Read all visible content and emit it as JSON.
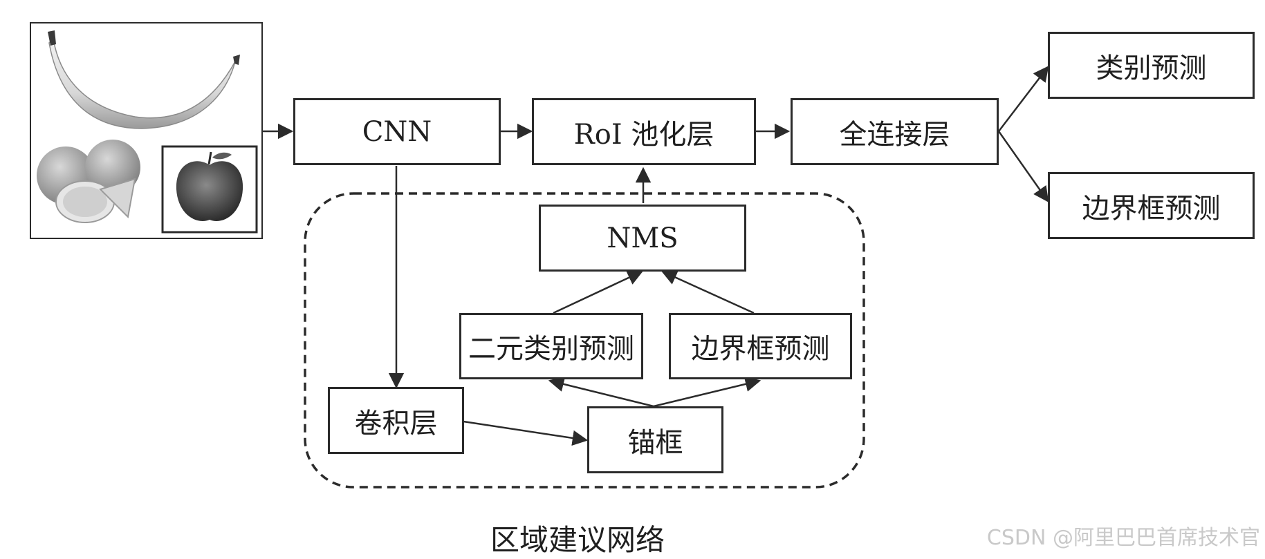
{
  "input_image": {
    "items": [
      "banana",
      "oranges",
      "apple"
    ],
    "highlighted": "apple"
  },
  "nodes": {
    "cnn": "CNN",
    "roi_pooling": "RoI 池化层",
    "fully_connected": "全连接层",
    "class_prediction": "类别预测",
    "bbox_prediction": "边界框预测",
    "nms": "NMS",
    "binary_class_prediction": "二元类别预测",
    "rpn_bbox_prediction": "边界框预测",
    "conv_layer": "卷积层",
    "anchor_boxes": "锚框"
  },
  "region_caption": "区域建议网络",
  "watermark": "CSDN @阿里巴巴首席技术官",
  "colors": {
    "stroke": "#2b2b2b",
    "text": "#1f1f1f",
    "watermark": "#c9c9c9"
  }
}
